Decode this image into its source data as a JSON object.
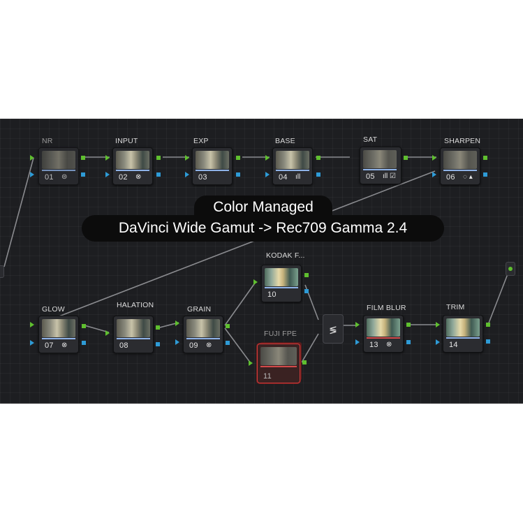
{
  "banner": {
    "line1": "Color Managed",
    "line2": "DaVinci Wide Gamut -> Rec709 Gamma 2.4"
  },
  "nodes": [
    {
      "label": "NR",
      "number": "01",
      "icon": "⊜"
    },
    {
      "label": "INPUT",
      "number": "02",
      "icon": "⊗"
    },
    {
      "label": "EXP",
      "number": "03",
      "icon": ""
    },
    {
      "label": "BASE",
      "number": "04",
      "icon": "ıll"
    },
    {
      "label": "SAT",
      "number": "05",
      "icon": "ıll ☑"
    },
    {
      "label": "SHARPEN",
      "number": "06",
      "icon": "◌ ▴"
    },
    {
      "label": "GLOW",
      "number": "07",
      "icon": "⊗"
    },
    {
      "label": "HALATION",
      "number": "08",
      "icon": ""
    },
    {
      "label": "GRAIN",
      "number": "09",
      "icon": "⊗"
    },
    {
      "label": "KODAK F...",
      "number": "10",
      "icon": ""
    },
    {
      "label": "FUJI FPE",
      "number": "11",
      "icon": ""
    },
    {
      "label": "FILM BLUR",
      "number": "13",
      "icon": "⊗"
    },
    {
      "label": "TRIM",
      "number": "14",
      "icon": ""
    }
  ],
  "mixer": {
    "icon": "≶"
  },
  "icons": [
    "noise-reduction-icon",
    "effect-icon",
    "curves-icon",
    "checkbox-icon",
    "tracker-icon",
    "mixer-icon",
    "output-icon"
  ],
  "colors": {
    "rgb_pin": "#5fbf2f",
    "key_pin": "#2e9bd6",
    "disabled_border": "#d33a3a",
    "background": "#1d1e21"
  }
}
